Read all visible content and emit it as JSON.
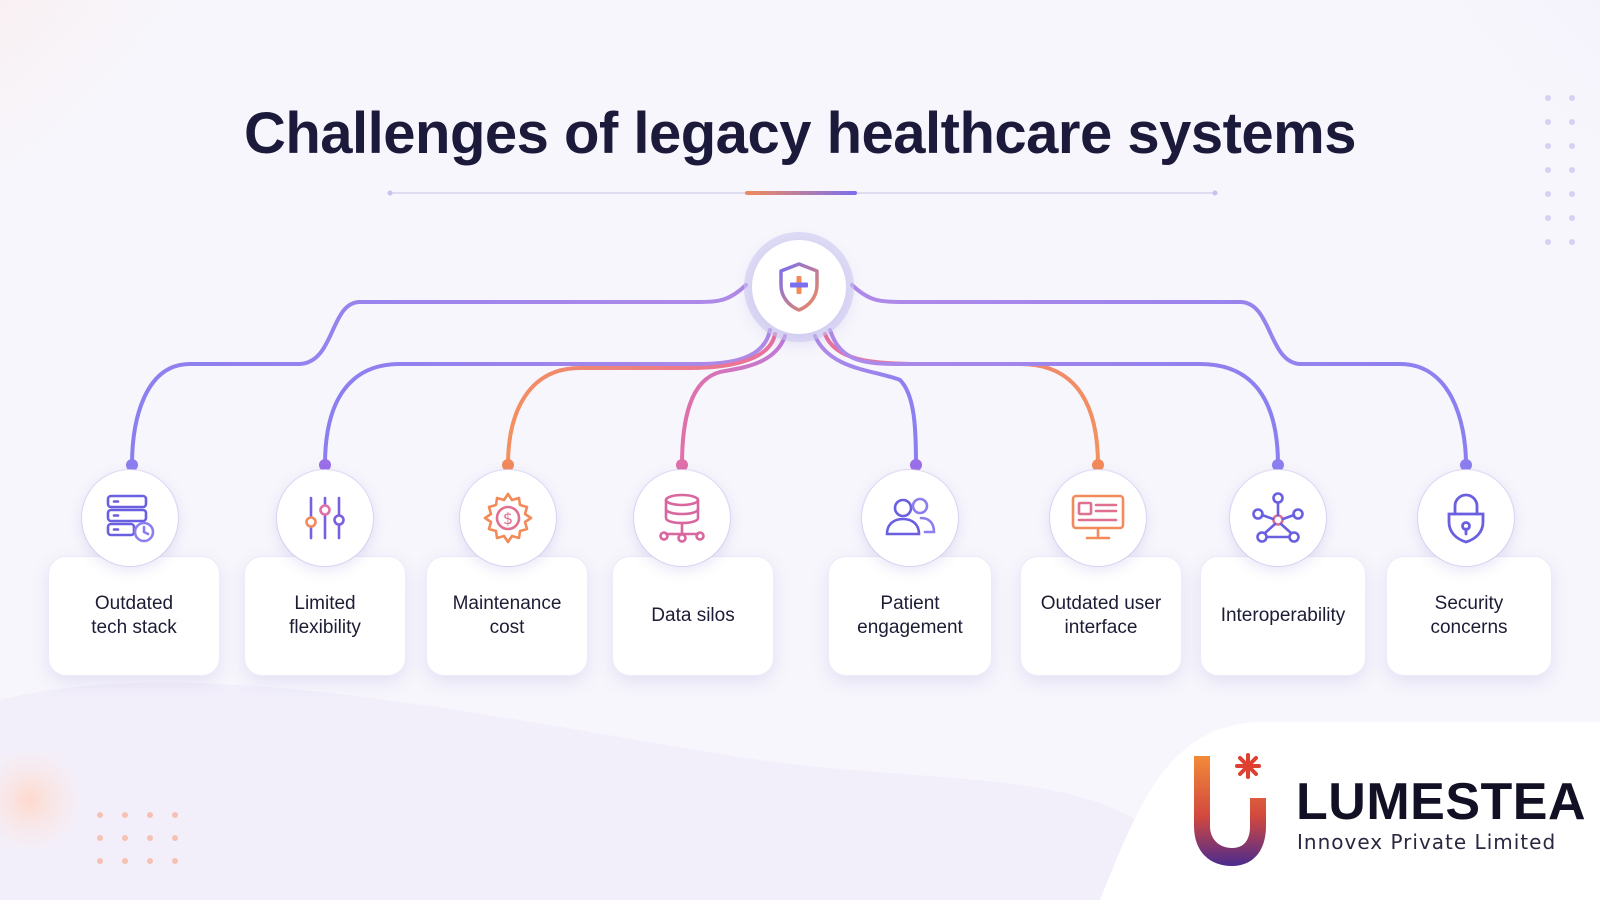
{
  "title": "Challenges of legacy healthcare systems",
  "hub": {
    "icon": "shield-plus-icon"
  },
  "items": [
    {
      "label": "Outdated\ntech stack",
      "icon": "server-clock-icon",
      "color": "#8b7ff0"
    },
    {
      "label": "Limited\nflexibility",
      "icon": "sliders-icon",
      "color": "#9a6fe8"
    },
    {
      "label": "Maintenance\ncost",
      "icon": "gear-dollar-icon",
      "color": "#f28a5a"
    },
    {
      "label": "Data silos",
      "icon": "database-network-icon",
      "color": "#e070a8"
    },
    {
      "label": "Patient\nengagement",
      "icon": "users-icon",
      "color": "#9a6fe8"
    },
    {
      "label": "Outdated user\ninterface",
      "icon": "monitor-icon",
      "color": "#f28a5a"
    },
    {
      "label": "Interoperability",
      "icon": "network-icon",
      "color": "#8b7ff0"
    },
    {
      "label": "Security\nconcerns",
      "icon": "lock-icon",
      "color": "#8b7ff0"
    }
  ],
  "brand": {
    "name": "LUMESTEA",
    "tagline": "Innovex Private Limited",
    "logo_icon": "lumestea-logo-icon"
  },
  "colors": {
    "title": "#1b1a3a",
    "accent_orange": "#f28a5a",
    "accent_purple": "#7a6ff0",
    "accent_pink": "#e070a8"
  }
}
